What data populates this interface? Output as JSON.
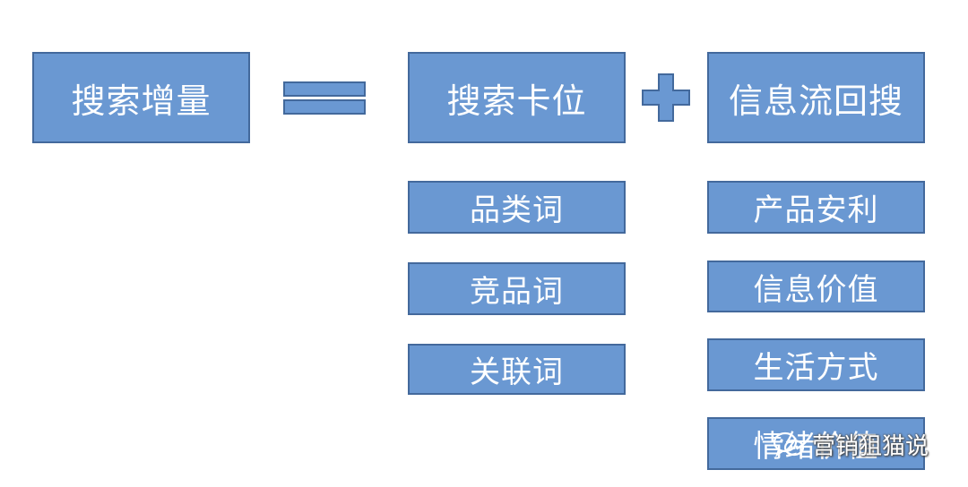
{
  "main": {
    "left_label": "搜索增量",
    "right_top": [
      "搜索卡位",
      "信息流回搜"
    ]
  },
  "column1": {
    "items": [
      "品类词",
      "竞品词",
      "关联词"
    ]
  },
  "column2": {
    "items": [
      "产品安利",
      "信息价值",
      "生活方式",
      "情绪价值"
    ]
  },
  "watermark": {
    "text": "营销狙猫说",
    "icon": "wechat-icon"
  },
  "colors": {
    "box_fill": "#6a98d2",
    "box_border": "#43699c",
    "text": "#ffffff"
  }
}
